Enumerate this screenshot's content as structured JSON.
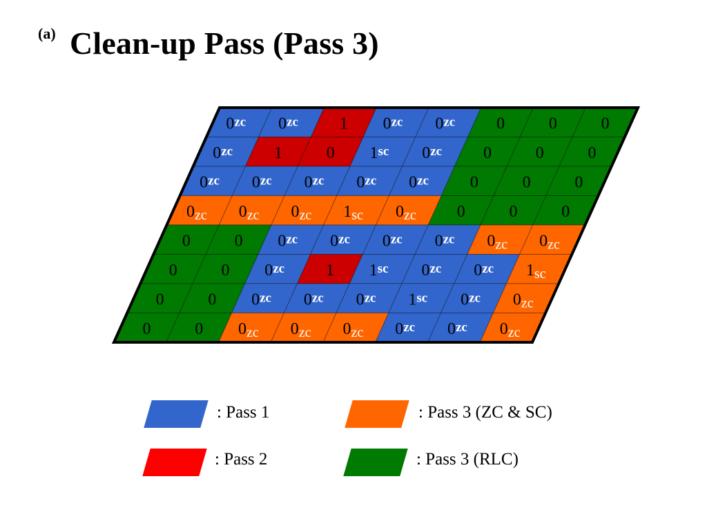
{
  "title": {
    "tag": "(a)",
    "main": "Clean-up Pass (Pass 3)"
  },
  "colors": {
    "blue": "#3366cc",
    "red": "#cc0000",
    "green": "#007a00",
    "orange": "#ff6600",
    "legend_red": "#ff0000"
  },
  "legend": [
    {
      "color": "blue",
      "label": ": Pass 1"
    },
    {
      "color": "orange",
      "label": ": Pass 3 (ZC & SC)"
    },
    {
      "color": "legend_red",
      "label": ": Pass 2"
    },
    {
      "color": "green",
      "label": ": Pass 3 (RLC)"
    }
  ],
  "grid": {
    "rows": [
      [
        {
          "c": "blue",
          "v": "0",
          "t": "zc"
        },
        {
          "c": "blue",
          "v": "0",
          "t": "zc"
        },
        {
          "c": "red",
          "v": "1",
          "t": ""
        },
        {
          "c": "blue",
          "v": "0",
          "t": "zc"
        },
        {
          "c": "blue",
          "v": "0",
          "t": "zc"
        },
        {
          "c": "green",
          "v": "0",
          "t": ""
        },
        {
          "c": "green",
          "v": "0",
          "t": ""
        },
        {
          "c": "green",
          "v": "0",
          "t": ""
        }
      ],
      [
        {
          "c": "blue",
          "v": "0",
          "t": "zc"
        },
        {
          "c": "red",
          "v": "1",
          "t": ""
        },
        {
          "c": "red",
          "v": "0",
          "t": ""
        },
        {
          "c": "blue",
          "v": "1",
          "t": "sc"
        },
        {
          "c": "blue",
          "v": "0",
          "t": "zc"
        },
        {
          "c": "green",
          "v": "0",
          "t": ""
        },
        {
          "c": "green",
          "v": "0",
          "t": ""
        },
        {
          "c": "green",
          "v": "0",
          "t": ""
        }
      ],
      [
        {
          "c": "blue",
          "v": "0",
          "t": "zc"
        },
        {
          "c": "blue",
          "v": "0",
          "t": "zc"
        },
        {
          "c": "blue",
          "v": "0",
          "t": "zc"
        },
        {
          "c": "blue",
          "v": "0",
          "t": "zc"
        },
        {
          "c": "blue",
          "v": "0",
          "t": "zc"
        },
        {
          "c": "green",
          "v": "0",
          "t": ""
        },
        {
          "c": "green",
          "v": "0",
          "t": ""
        },
        {
          "c": "green",
          "v": "0",
          "t": ""
        }
      ],
      [
        {
          "c": "orange",
          "v": "0",
          "t": "zc"
        },
        {
          "c": "orange",
          "v": "0",
          "t": "zc"
        },
        {
          "c": "orange",
          "v": "0",
          "t": "zc"
        },
        {
          "c": "orange",
          "v": "1",
          "t": "sc"
        },
        {
          "c": "orange",
          "v": "0",
          "t": "zc"
        },
        {
          "c": "green",
          "v": "0",
          "t": ""
        },
        {
          "c": "green",
          "v": "0",
          "t": ""
        },
        {
          "c": "green",
          "v": "0",
          "t": ""
        }
      ],
      [
        {
          "c": "green",
          "v": "0",
          "t": ""
        },
        {
          "c": "green",
          "v": "0",
          "t": ""
        },
        {
          "c": "blue",
          "v": "0",
          "t": "zc"
        },
        {
          "c": "blue",
          "v": "0",
          "t": "zc"
        },
        {
          "c": "blue",
          "v": "0",
          "t": "zc"
        },
        {
          "c": "blue",
          "v": "0",
          "t": "zc"
        },
        {
          "c": "orange",
          "v": "0",
          "t": "zc"
        },
        {
          "c": "orange",
          "v": "0",
          "t": "zc"
        }
      ],
      [
        {
          "c": "green",
          "v": "0",
          "t": ""
        },
        {
          "c": "green",
          "v": "0",
          "t": ""
        },
        {
          "c": "blue",
          "v": "0",
          "t": "zc"
        },
        {
          "c": "red",
          "v": "1",
          "t": ""
        },
        {
          "c": "blue",
          "v": "1",
          "t": "sc"
        },
        {
          "c": "blue",
          "v": "0",
          "t": "zc"
        },
        {
          "c": "blue",
          "v": "0",
          "t": "zc"
        },
        {
          "c": "orange",
          "v": "1",
          "t": "sc"
        }
      ],
      [
        {
          "c": "green",
          "v": "0",
          "t": ""
        },
        {
          "c": "green",
          "v": "0",
          "t": ""
        },
        {
          "c": "blue",
          "v": "0",
          "t": "zc"
        },
        {
          "c": "blue",
          "v": "0",
          "t": "zc"
        },
        {
          "c": "blue",
          "v": "0",
          "t": "zc"
        },
        {
          "c": "blue",
          "v": "1",
          "t": "sc"
        },
        {
          "c": "blue",
          "v": "0",
          "t": "zc"
        },
        {
          "c": "orange",
          "v": "0",
          "t": "zc"
        }
      ],
      [
        {
          "c": "green",
          "v": "0",
          "t": ""
        },
        {
          "c": "green",
          "v": "0",
          "t": ""
        },
        {
          "c": "orange",
          "v": "0",
          "t": "zc"
        },
        {
          "c": "orange",
          "v": "0",
          "t": "zc"
        },
        {
          "c": "orange",
          "v": "0",
          "t": "zc"
        },
        {
          "c": "blue",
          "v": "0",
          "t": "zc"
        },
        {
          "c": "blue",
          "v": "0",
          "t": "zc"
        },
        {
          "c": "orange",
          "v": "0",
          "t": "zc"
        }
      ]
    ]
  }
}
